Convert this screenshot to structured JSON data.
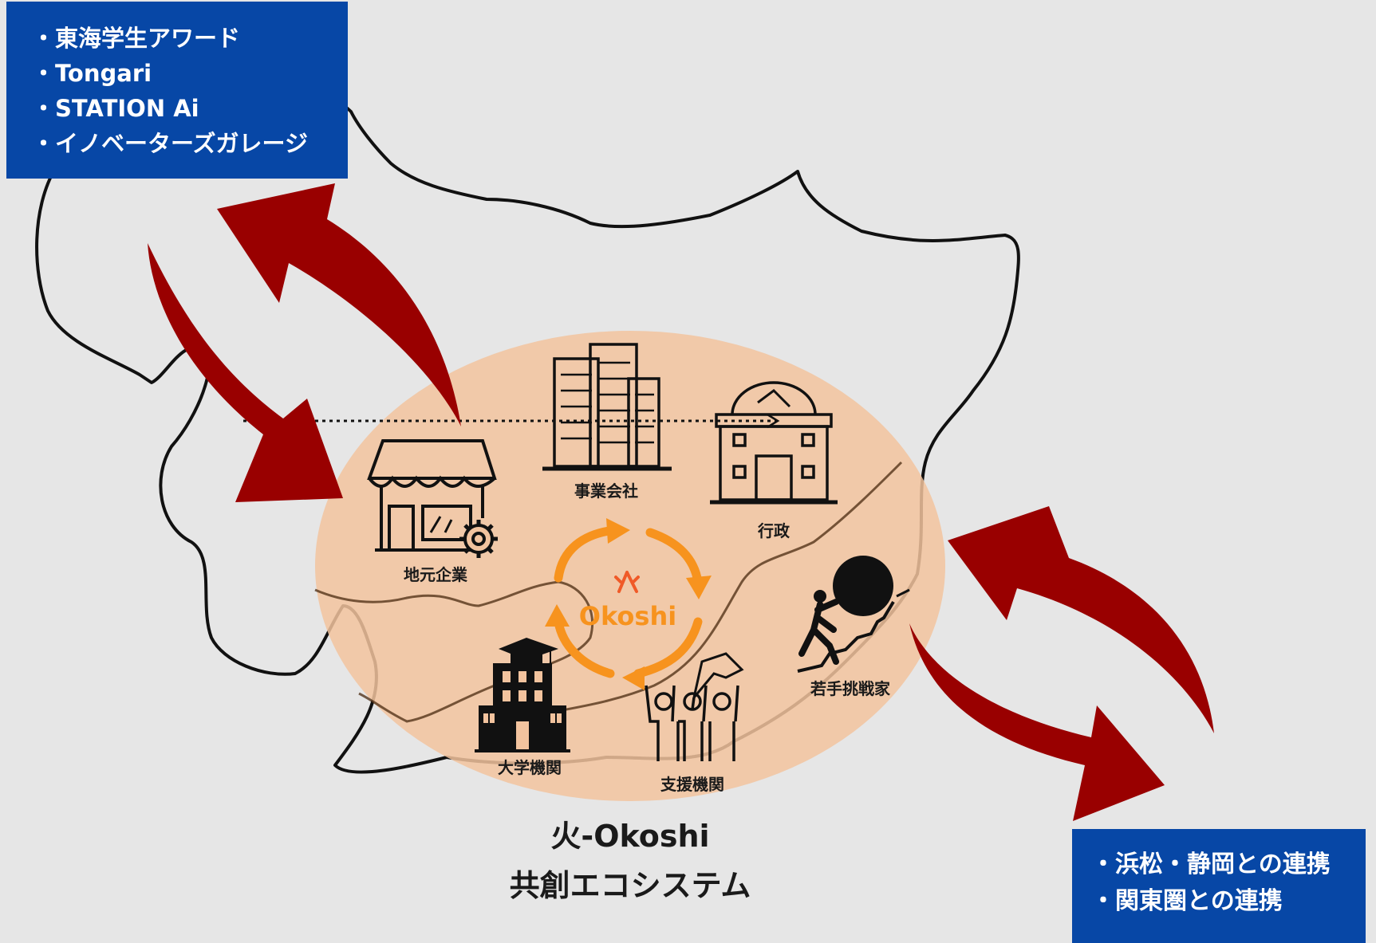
{
  "top_left_box": {
    "items": [
      "・東海学生アワード",
      "・Tongari",
      "・STATION Ai",
      "・イノベーターズガレージ"
    ]
  },
  "bottom_right_box": {
    "items": [
      "・浜松・静岡との連携",
      "・関東圏との連携"
    ]
  },
  "nodes": {
    "business_company": "事業会社",
    "government": "行政",
    "local_company": "地元企業",
    "university": "大学機関",
    "support_org": "支援機関",
    "young_challenger": "若手挑戦家"
  },
  "logo_text": "Okoshi",
  "title": {
    "line1": "火-Okoshi",
    "line2": "共創エコシステム"
  },
  "colors": {
    "box_blue": "#0747a6",
    "arrow_red": "#990000",
    "ellipse_fill": "#f2c39e",
    "cycle_orange": "#f7931e",
    "background": "#e6e6e6"
  }
}
